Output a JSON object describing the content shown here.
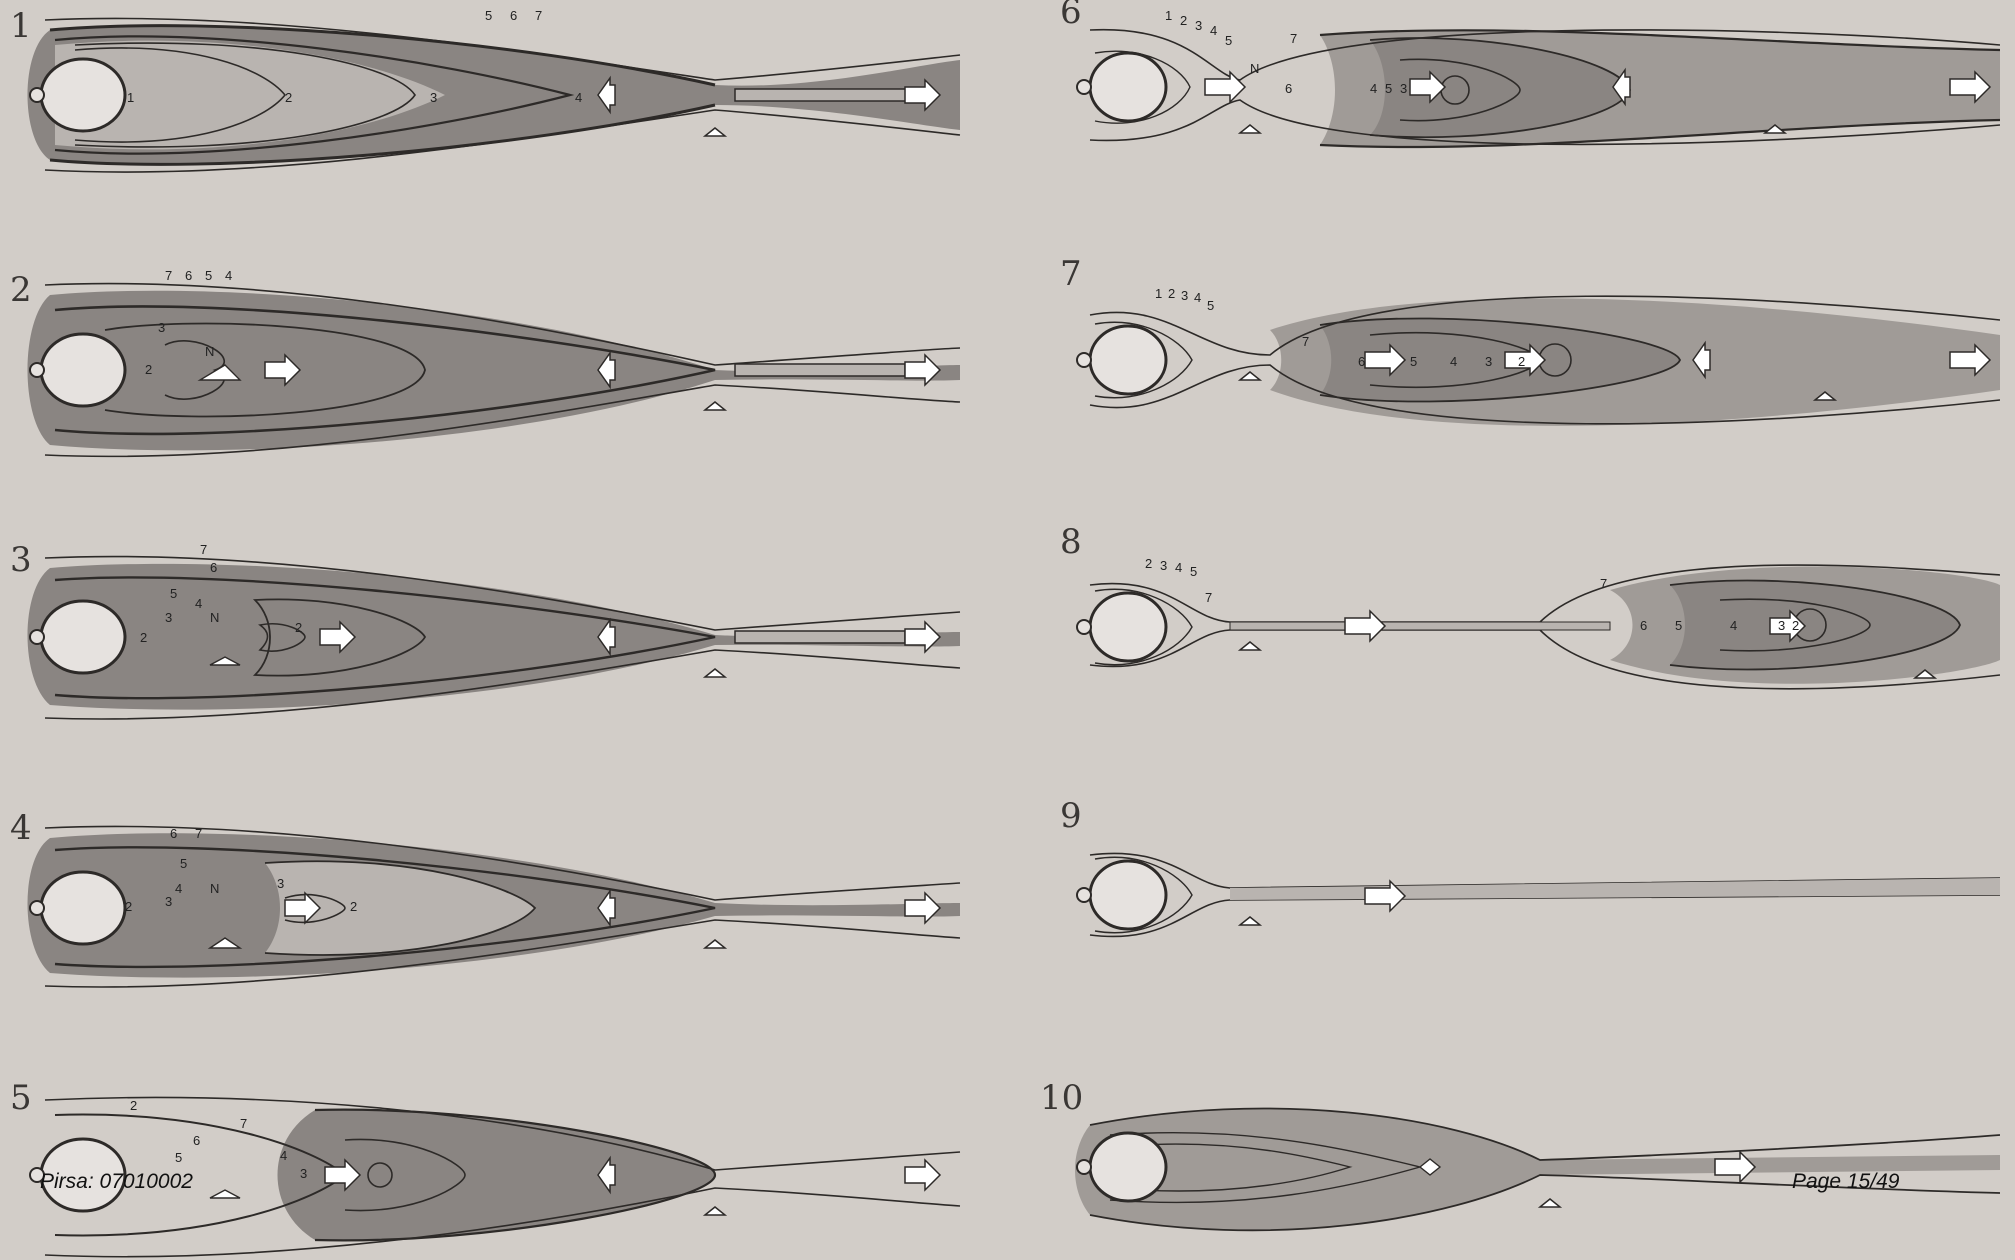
{
  "document": {
    "panels": [
      {
        "number": "1",
        "labels": [
          "1",
          "2",
          "3",
          "4",
          "5",
          "6",
          "7"
        ]
      },
      {
        "number": "2",
        "labels": [
          "7",
          "6",
          "5",
          "4",
          "3",
          "2",
          "N"
        ]
      },
      {
        "number": "3",
        "labels": [
          "7",
          "6",
          "5",
          "4",
          "3",
          "2",
          "N",
          "2"
        ]
      },
      {
        "number": "4",
        "labels": [
          "6",
          "7",
          "5",
          "4",
          "3",
          "2",
          "N",
          "3",
          "2"
        ]
      },
      {
        "number": "5",
        "labels": [
          "2",
          "7",
          "6",
          "5",
          "4",
          "3"
        ]
      },
      {
        "number": "6",
        "labels": [
          "1",
          "2",
          "3",
          "4",
          "5",
          "N",
          "7",
          "6",
          "4",
          "5",
          "3"
        ]
      },
      {
        "number": "7",
        "labels": [
          "1",
          "2",
          "3",
          "4",
          "5",
          "7",
          "6",
          "5",
          "4",
          "3",
          "2"
        ]
      },
      {
        "number": "8",
        "labels": [
          "2",
          "3",
          "4",
          "5",
          "7",
          "7",
          "6",
          "5",
          "4",
          "3",
          "2"
        ]
      },
      {
        "number": "9",
        "labels": []
      },
      {
        "number": "10",
        "labels": []
      }
    ],
    "footer": {
      "source": "Pirsa: 07010002",
      "page": "Page 15/49"
    }
  },
  "colors": {
    "background": "#d2cdc8",
    "shading": "#8a8582",
    "shading_light": "#b9b4b0",
    "ink": "#2d2a28"
  }
}
